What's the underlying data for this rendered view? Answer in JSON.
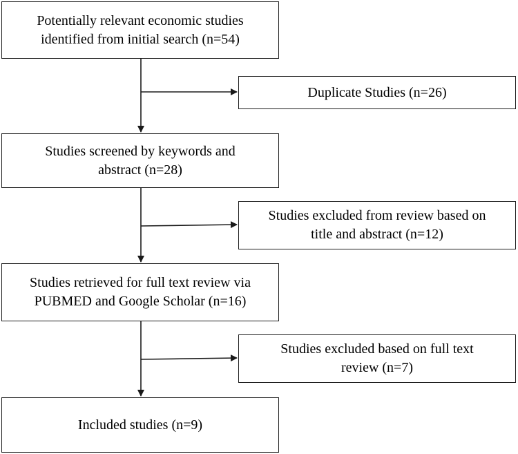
{
  "flowchart": {
    "main": [
      {
        "id": "identified",
        "lines": [
          "Potentially relevant economic studies",
          "identified from initial search (n=54)"
        ]
      },
      {
        "id": "screened",
        "lines": [
          "Studies screened by keywords and",
          "abstract (n=28)"
        ]
      },
      {
        "id": "retrieved",
        "lines": [
          "Studies retrieved for full text review via",
          "PUBMED and Google Scholar (n=16)"
        ]
      },
      {
        "id": "included",
        "lines": [
          "Included studies (n=9)"
        ]
      }
    ],
    "side": [
      {
        "id": "duplicates",
        "lines": [
          "Duplicate Studies (n=26)"
        ]
      },
      {
        "id": "excluded-title-abstract",
        "lines": [
          "Studies excluded from review based on",
          "title and abstract (n=12)"
        ]
      },
      {
        "id": "excluded-full-text",
        "lines": [
          "Studies excluded based on full text",
          "review (n=7)"
        ]
      }
    ]
  }
}
